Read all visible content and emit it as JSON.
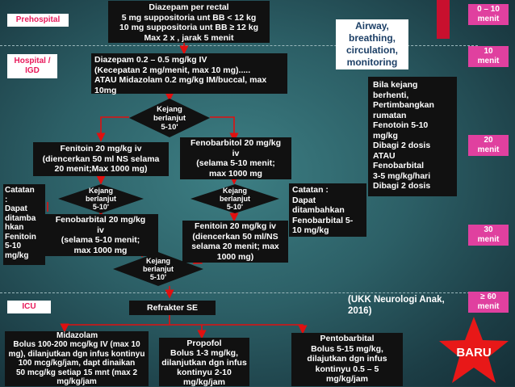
{
  "labels": {
    "prehospital": "Prehospital",
    "hospital": [
      "Hospital /",
      "IGD"
    ],
    "icu": "ICU"
  },
  "times": [
    [
      "0 – 10",
      "menit"
    ],
    [
      "10",
      "menit"
    ],
    [
      "20",
      "menit"
    ],
    [
      "30",
      "menit"
    ],
    [
      "≥ 60",
      "menit"
    ]
  ],
  "boxes": {
    "diazepam_rectal": [
      "Diazepam per rectal",
      "5 mg suppositoria unt BB < 12 kg",
      "10 mg suppositoria unt BB ≥ 12 kg",
      "Max 2 x , jarak 5 menit"
    ],
    "airway": [
      "Airway,",
      "breathing,",
      "circulation,",
      "monitoring"
    ],
    "diazepam_iv": [
      "Diazepam 0.2 – 0.5 mg/kg IV",
      "(Kecepatan 2 mg/menit, max 10 mg).....",
      "ATAU Midazolam 0.2 mg/kg IM/buccal, max",
      "10mg"
    ],
    "bila_kejang": [
      "Bila kejang",
      "berhenti,",
      "Pertimbangkan",
      "rumatan",
      "Fenotoin 5-10",
      "mg/kg",
      "Dibagi 2 dosis",
      "ATAU",
      "Fenobarbital",
      "3-5 mg/kg/hari",
      "Dibagi 2 dosis"
    ],
    "fenitoin_left": [
      "Fenitoin 20 mg/kg iv",
      "(diencerkan 50 ml NS selama",
      "20 menit;Max 1000 mg)"
    ],
    "fenobarbital_right": [
      "Fenobarbitol 20 mg/kg",
      "iv",
      "(selama 5-10 menit;",
      "max 1000 mg"
    ],
    "catatan_left": [
      "Catatan",
      ":",
      "Dapat",
      "ditamba",
      "hkan",
      "Fenitoin",
      "5-10",
      "mg/kg"
    ],
    "catatan_right": [
      "Catatan :",
      "Dapat",
      "ditambahkan",
      "Fenobarbital 5-",
      "10 mg/kg"
    ],
    "fenobarbital_left": [
      "Fenobarbital 20 mg/kg",
      "iv",
      "(selama 5-10 menit;",
      "max 1000 mg"
    ],
    "fenitoin_right": [
      "Fenitoin 20 mg/kg iv",
      "(diencerkan 50 ml/NS",
      "selama 20 menit; max",
      "1000 mg)"
    ],
    "refrakter": "Refrakter SE",
    "midazolam": [
      "Midazolam",
      "Bolus 100-200 mcg/kg IV (max 10",
      "mg), dilanjutkan dgn infus kontinyu",
      "100  mcg/kg/jam, dapt dinaikan",
      "50 mcg/kg setiap 15 mnt (max 2",
      "mg/kg/jam"
    ],
    "propofol": [
      "Propofol",
      "Bolus 1-3 mg/kg,",
      "dilanjutkan dgn infus",
      "kontinyu 2-10",
      "mg/kg/jam"
    ],
    "pentobarbital": [
      "Pentobarbital",
      "Bolus 5-15 mg/kg,",
      "dilajutkan dgn infus",
      "kontinyu 0.5 – 5",
      "mg/kg/jam"
    ]
  },
  "diamonds": {
    "d1": [
      "Kejang",
      "berlanjut",
      "5-10'"
    ],
    "d2": [
      "Kejang",
      "berlanjut",
      "5-10'"
    ],
    "d3": [
      "Kejang",
      "berlanjut",
      "5-10'"
    ],
    "d4": [
      "Kejang",
      "berlanjut",
      "5-10'"
    ]
  },
  "reference": [
    "(UKK Neurologi Anak,",
    "2016)"
  ],
  "badge": "BARU",
  "colors": {
    "label_text": "#e8195a",
    "time_bg": "#e0409f",
    "box_bg": "#111111",
    "arrow": "#e01010",
    "star": "#e81818",
    "reference_text": "#ffffff"
  }
}
